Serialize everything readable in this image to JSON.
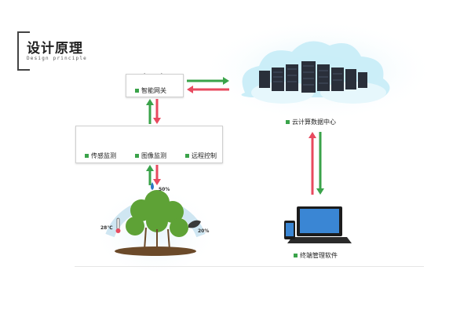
{
  "heading": {
    "title": "设计原理",
    "subtitle": "Design principle"
  },
  "nodes": {
    "gateway": "智能网关",
    "cloud": "云计算数据中心",
    "sensor": "传感监测",
    "image": "图像监测",
    "remote": "远程控制",
    "terminal": "终端管理软件"
  },
  "readings": {
    "humidity": "50%",
    "temperature": "28℃",
    "light": "20%"
  },
  "colors": {
    "arrow_green": "#3aa34a",
    "arrow_red": "#e84a5f",
    "node_square": "#3aa34a",
    "cloud_blue": "#bfe6f5"
  }
}
